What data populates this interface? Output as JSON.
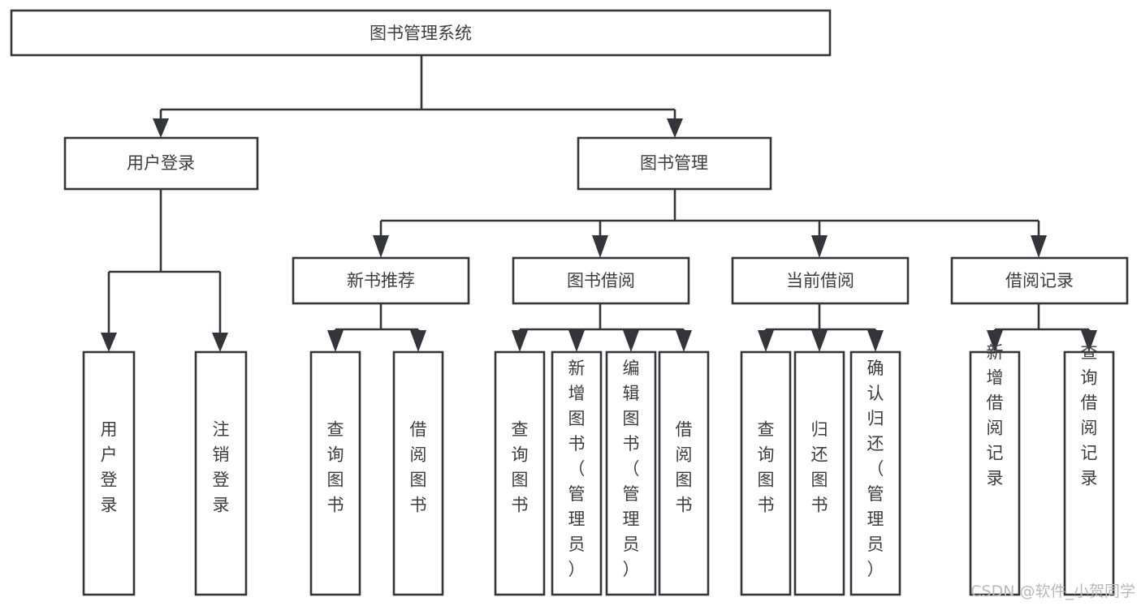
{
  "diagram": {
    "title": "图书管理系统",
    "type": "tree-hierarchy-chart",
    "root": {
      "id": "root",
      "label": "图书管理系统"
    },
    "level1": [
      {
        "id": "user-login",
        "label": "用户登录"
      },
      {
        "id": "book-manage",
        "label": "图书管理"
      }
    ],
    "level2": [
      {
        "id": "new-book-recommend",
        "label": "新书推荐",
        "parent": "book-manage"
      },
      {
        "id": "book-borrow",
        "label": "图书借阅",
        "parent": "book-manage"
      },
      {
        "id": "current-borrow",
        "label": "当前借阅",
        "parent": "book-manage"
      },
      {
        "id": "borrow-record",
        "label": "借阅记录",
        "parent": "book-manage"
      }
    ],
    "leaves": [
      {
        "id": "leaf-user-login",
        "label": "用户登录",
        "parent": "user-login"
      },
      {
        "id": "leaf-logout-login",
        "label": "注销登录",
        "parent": "user-login"
      },
      {
        "id": "leaf-query-book-1",
        "label": "查询图书",
        "parent": "new-book-recommend"
      },
      {
        "id": "leaf-borrow-book-1",
        "label": "借阅图书",
        "parent": "new-book-recommend"
      },
      {
        "id": "leaf-query-book-2",
        "label": "查询图书",
        "parent": "book-borrow"
      },
      {
        "id": "leaf-add-book",
        "label": "新增图书（管理员）",
        "parent": "book-borrow"
      },
      {
        "id": "leaf-edit-book",
        "label": "编辑图书（管理员）",
        "parent": "book-borrow"
      },
      {
        "id": "leaf-borrow-book-2",
        "label": "借阅图书",
        "parent": "book-borrow"
      },
      {
        "id": "leaf-query-book-3",
        "label": "查询图书",
        "parent": "current-borrow"
      },
      {
        "id": "leaf-return-book",
        "label": "归还图书",
        "parent": "current-borrow"
      },
      {
        "id": "leaf-confirm-return",
        "label": "确认归还（管理员）",
        "parent": "current-borrow"
      },
      {
        "id": "leaf-add-record",
        "label": "新增借阅记录",
        "parent": "borrow-record"
      },
      {
        "id": "leaf-query-record",
        "label": "查询借阅记录",
        "parent": "borrow-record"
      }
    ]
  },
  "watermark": {
    "text": "CSDN @软件_小贺同学"
  },
  "colors": {
    "stroke": "#33353a",
    "box_fill": "#ffffff",
    "text": "#3d3d3d",
    "watermark": "#b9b9b9",
    "background": "#ffffff"
  }
}
